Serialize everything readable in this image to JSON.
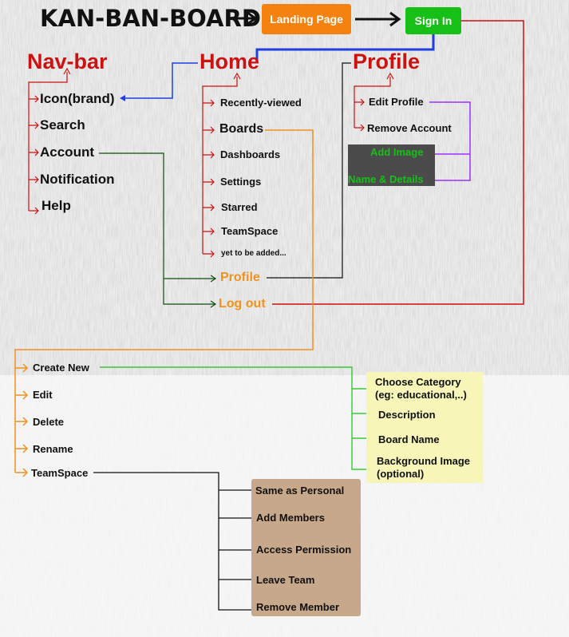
{
  "title": "KAN-BAN-BOARD",
  "landing_page": "Landing Page",
  "sign_in": "Sign In",
  "navbar": {
    "title": "Nav-bar",
    "items": [
      "Icon(brand)",
      "Search",
      "Account",
      "Notification",
      "Help"
    ]
  },
  "home": {
    "title": "Home",
    "items": [
      "Recently-viewed",
      "Boards",
      "Dashboards",
      "Settings",
      "Starred",
      "TeamSpace",
      "yet to be added..."
    ],
    "profile_link": "Profile",
    "logout_link": "Log out"
  },
  "profile": {
    "title": "Profile",
    "items": [
      "Edit Profile",
      "Remove Account"
    ],
    "edit_options": [
      "Add Image",
      "Name & Details"
    ]
  },
  "boards": {
    "items": [
      "Create New",
      "Edit",
      "Delete",
      "Rename",
      "TeamSpace"
    ]
  },
  "create_new": {
    "options": [
      "Choose Category\n(eg: educational,..)",
      "Description",
      "Board Name",
      "Background Image\n(optional)"
    ]
  },
  "teamspace": {
    "options": [
      "Same as Personal",
      "Add Members",
      "Access Permission",
      "Leave Team",
      "Remove Member"
    ]
  },
  "colors": {
    "red": "#cc1111",
    "orange": "#f0921e",
    "green": "#17c017",
    "blue": "#1f3fe0",
    "purple": "#9b30ff",
    "dark_green": "#0e4d0e",
    "yellow_box": "#f7f5b8",
    "tan_box": "#c8a88a",
    "dark_box": "#4b4b4b"
  }
}
